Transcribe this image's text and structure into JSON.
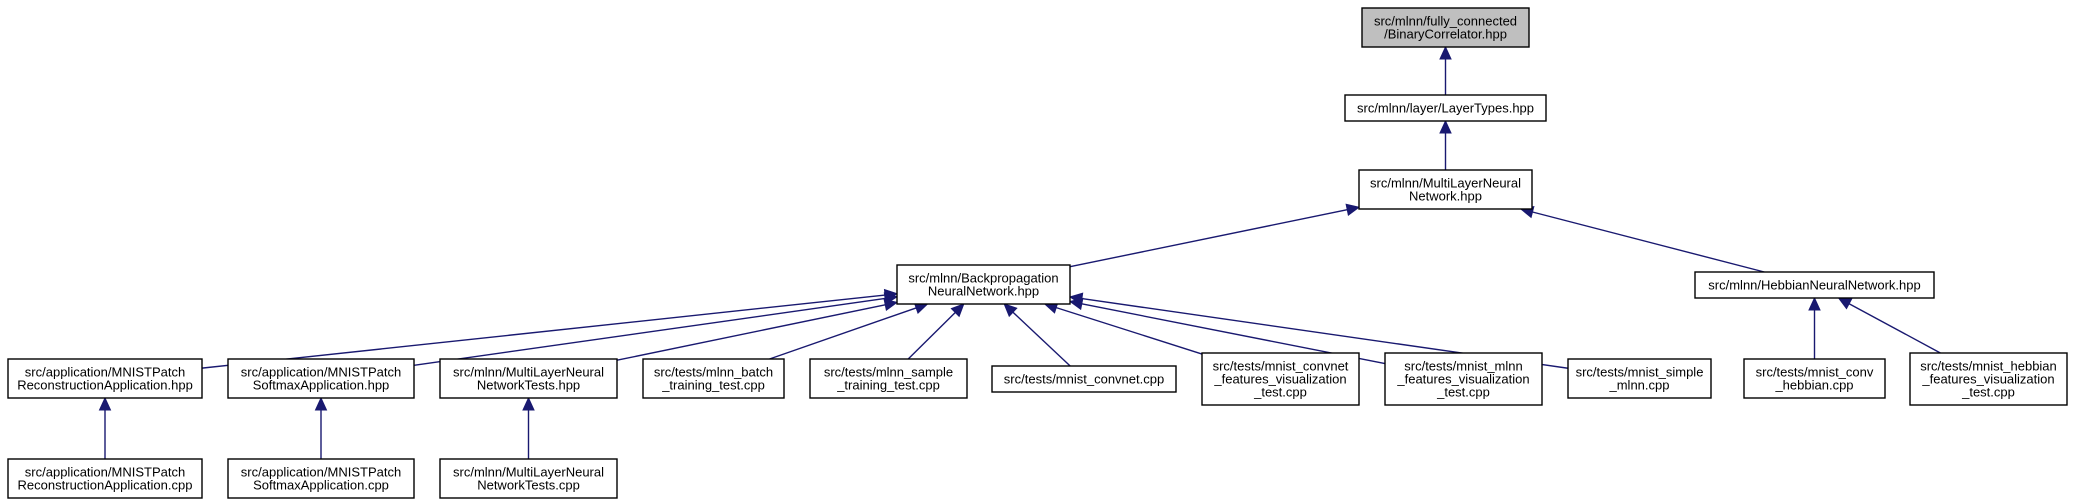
{
  "colors": {
    "edge": "#191970",
    "node_border": "#000000",
    "root_fill": "#bfbfbf",
    "node_fill": "#ffffff"
  },
  "nodes": [
    {
      "id": "bc",
      "lines": [
        "src/mlnn/fully_connected",
        "/BinaryCorrelator.hpp"
      ],
      "root": true
    },
    {
      "id": "lt",
      "lines": [
        "src/mlnn/layer/LayerTypes.hpp"
      ]
    },
    {
      "id": "mlnn",
      "lines": [
        "src/mlnn/MultiLayerNeural",
        "Network.hpp"
      ]
    },
    {
      "id": "bp",
      "lines": [
        "src/mlnn/Backpropagation",
        "NeuralNetwork.hpp"
      ]
    },
    {
      "id": "hnn",
      "lines": [
        "src/mlnn/HebbianNeuralNetwork.hpp"
      ]
    },
    {
      "id": "mpr",
      "lines": [
        "src/application/MNISTPatch",
        "ReconstructionApplication.hpp"
      ]
    },
    {
      "id": "mps",
      "lines": [
        "src/application/MNISTPatch",
        "SoftmaxApplication.hpp"
      ]
    },
    {
      "id": "mlt",
      "lines": [
        "src/mlnn/MultiLayerNeural",
        "NetworkTests.hpp"
      ]
    },
    {
      "id": "bt",
      "lines": [
        "src/tests/mlnn_batch",
        "_training_test.cpp"
      ]
    },
    {
      "id": "st",
      "lines": [
        "src/tests/mlnn_sample",
        "_training_test.cpp"
      ]
    },
    {
      "id": "mc",
      "lines": [
        "src/tests/mnist_convnet.cpp"
      ]
    },
    {
      "id": "mcf",
      "lines": [
        "src/tests/mnist_convnet",
        "_features_visualization",
        "_test.cpp"
      ]
    },
    {
      "id": "mmf",
      "lines": [
        "src/tests/mnist_mlnn",
        "_features_visualization",
        "_test.cpp"
      ]
    },
    {
      "id": "msm",
      "lines": [
        "src/tests/mnist_simple",
        "_mlnn.cpp"
      ]
    },
    {
      "id": "mch",
      "lines": [
        "src/tests/mnist_conv",
        "_hebbian.cpp"
      ]
    },
    {
      "id": "mhf",
      "lines": [
        "src/tests/mnist_hebbian",
        "_features_visualization",
        "_test.cpp"
      ]
    },
    {
      "id": "mprc",
      "lines": [
        "src/application/MNISTPatch",
        "ReconstructionApplication.cpp"
      ]
    },
    {
      "id": "mpsc",
      "lines": [
        "src/application/MNISTPatch",
        "SoftmaxApplication.cpp"
      ]
    },
    {
      "id": "mltc",
      "lines": [
        "src/mlnn/MultiLayerNeural",
        "NetworkTests.cpp"
      ]
    }
  ],
  "edges": [
    {
      "from": "lt",
      "to": "bc"
    },
    {
      "from": "mlnn",
      "to": "lt"
    },
    {
      "from": "bp",
      "to": "mlnn"
    },
    {
      "from": "hnn",
      "to": "mlnn"
    },
    {
      "from": "mpr",
      "to": "bp"
    },
    {
      "from": "mps",
      "to": "bp"
    },
    {
      "from": "mlt",
      "to": "bp"
    },
    {
      "from": "bt",
      "to": "bp"
    },
    {
      "from": "st",
      "to": "bp"
    },
    {
      "from": "mc",
      "to": "bp"
    },
    {
      "from": "mcf",
      "to": "bp"
    },
    {
      "from": "mmf",
      "to": "bp"
    },
    {
      "from": "msm",
      "to": "bp"
    },
    {
      "from": "mch",
      "to": "hnn"
    },
    {
      "from": "mhf",
      "to": "hnn"
    },
    {
      "from": "mprc",
      "to": "mpr"
    },
    {
      "from": "mpsc",
      "to": "mps"
    },
    {
      "from": "mltc",
      "to": "mlt"
    }
  ]
}
